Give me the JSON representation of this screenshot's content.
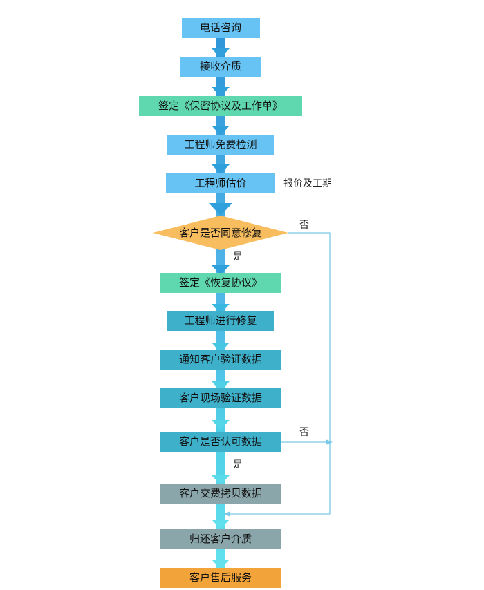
{
  "flowchart": {
    "steps": {
      "phone": "电话咨询",
      "receive": "接收介质",
      "agreement1": "签定《保密协议及工作单》",
      "inspect": "工程师免费检测",
      "estimate": "工程师估价",
      "decision1": "客户是否同意修复",
      "agreement2": "签定《恢复协议》",
      "repair": "工程师进行修复",
      "notify": "通知客户验证数据",
      "verify": "客户现场验证数据",
      "decision2": "客户是否认可数据",
      "copy": "客户交费拷贝数据",
      "return": "归还客户介质",
      "service": "客户售后服务"
    },
    "notes": {
      "quote": "报价及工期",
      "yes1": "是",
      "no1": "否",
      "yes2": "是",
      "no2": "否"
    }
  },
  "colors": {
    "blue": "#67c3f3",
    "green": "#5fd8b0",
    "teal": "#3fb0c9",
    "gray": "#8ba6aa",
    "orange": "#f2a43a",
    "diamond": "#f7bd5e",
    "loop_line": "#7ac9e6"
  }
}
